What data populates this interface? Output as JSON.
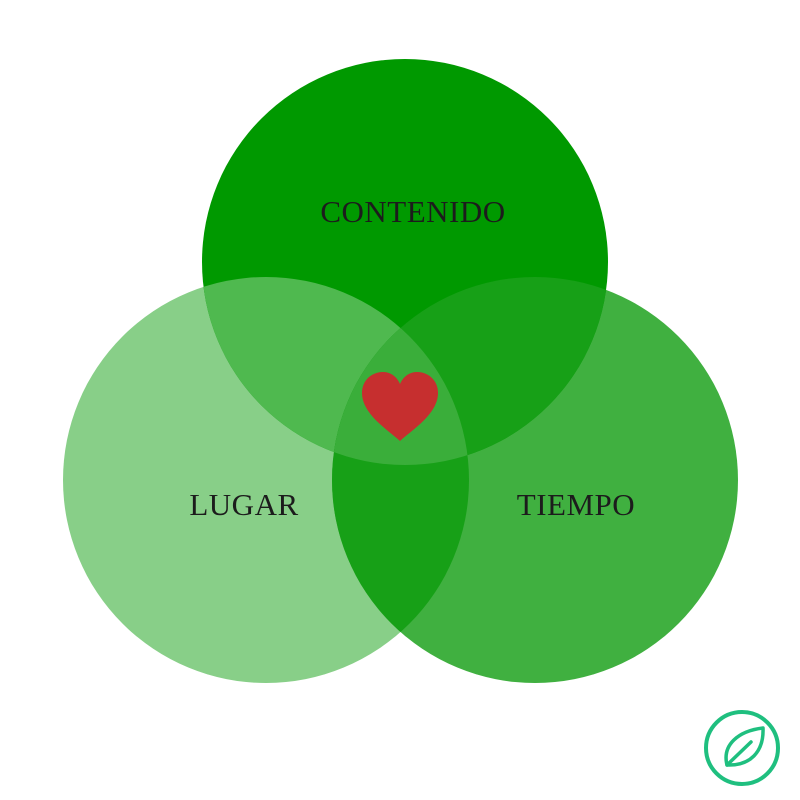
{
  "diagram": {
    "type": "venn",
    "sets": [
      {
        "id": "top",
        "label": "CONTENIDO",
        "color": "#009900"
      },
      {
        "id": "left",
        "label": "LUGAR",
        "color": "#88CF88"
      },
      {
        "id": "right",
        "label": "TIEMPO",
        "color": "#40B040"
      }
    ],
    "overlap_colors": {
      "top_left": "#4FB94F",
      "top_right": "#17A017",
      "left_right": "#17A017",
      "center": "#3AAE3A"
    },
    "center_icon": {
      "name": "heart-icon",
      "color": "#C62F2F"
    }
  },
  "logo": {
    "name": "leaf-icon",
    "color": "#1FBF7F"
  }
}
